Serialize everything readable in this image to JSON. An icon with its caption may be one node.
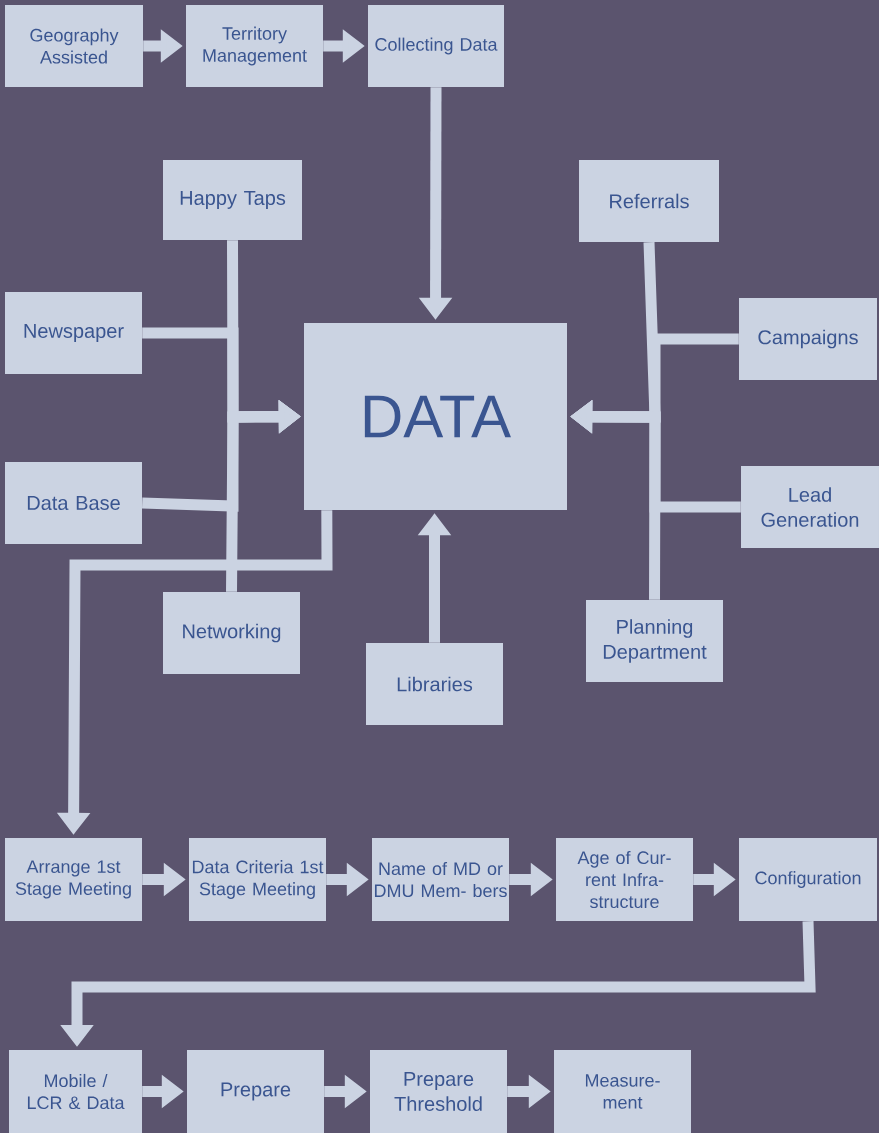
{
  "diagram": {
    "nodes": [
      {
        "text": [
          "Geography Assisted"
        ]
      },
      {
        "text": [
          "Territory Management"
        ]
      },
      {
        "text": [
          "Collecting Data"
        ]
      },
      {
        "text": [
          "Happy Taps"
        ]
      },
      {
        "text": [
          "Referrals"
        ]
      },
      {
        "text": [
          "Newspaper"
        ]
      },
      {
        "text": [
          "DATA"
        ]
      },
      {
        "text": [
          "Campaigns"
        ]
      },
      {
        "text": [
          "Data Base"
        ]
      },
      {
        "text": [
          "Lead Generation"
        ]
      },
      {
        "text": [
          "Networking"
        ]
      },
      {
        "text": [
          "Libraries"
        ]
      },
      {
        "text": [
          "Planning Department"
        ]
      },
      {
        "text": [
          "Arrange 1st Stage Meeting"
        ]
      },
      {
        "text": [
          "Data Criteria 1st Stage Meeting"
        ]
      },
      {
        "text": [
          "Name of MD or DMU Mem- bers"
        ]
      },
      {
        "text": [
          "Age of Cur- rent Infra- structure"
        ]
      },
      {
        "text": [
          "Configuration"
        ]
      },
      {
        "text": [
          "Mobile / LCR & Data"
        ]
      },
      {
        "text": [
          "Prepare"
        ]
      },
      {
        "text": [
          "Prepare Threshold"
        ]
      },
      {
        "text": [
          "Measure- ment"
        ]
      }
    ],
    "edges": [
      {
        "from": 0,
        "to": 1,
        "arrow": "to"
      },
      {
        "from": 1,
        "to": 2,
        "arrow": "to"
      },
      {
        "from": 2,
        "to": 6,
        "arrow": "to"
      },
      {
        "from": 3,
        "to": 6,
        "arrow": "to"
      },
      {
        "from": 5,
        "to": 6,
        "arrow": "to"
      },
      {
        "from": 8,
        "to": 6,
        "arrow": "to"
      },
      {
        "from": 10,
        "to": 6,
        "arrow": "to"
      },
      {
        "from": 4,
        "to": 6,
        "arrow": "to"
      },
      {
        "from": 7,
        "to": 6,
        "arrow": "to"
      },
      {
        "from": 9,
        "to": 6,
        "arrow": "to"
      },
      {
        "from": 12,
        "to": 6,
        "arrow": "to"
      },
      {
        "from": 11,
        "to": 6,
        "arrow": "to"
      },
      {
        "from": 6,
        "to": 13,
        "arrow": "to"
      },
      {
        "from": 13,
        "to": 14,
        "arrow": "to"
      },
      {
        "from": 14,
        "to": 15,
        "arrow": "to"
      },
      {
        "from": 15,
        "to": 16,
        "arrow": "to"
      },
      {
        "from": 16,
        "to": 17,
        "arrow": "to"
      },
      {
        "from": 17,
        "to": 18,
        "arrow": "to"
      },
      {
        "from": 18,
        "to": 19,
        "arrow": "to"
      },
      {
        "from": 19,
        "to": 20,
        "arrow": "to"
      },
      {
        "from": 20,
        "to": 21,
        "arrow": "to"
      }
    ]
  }
}
